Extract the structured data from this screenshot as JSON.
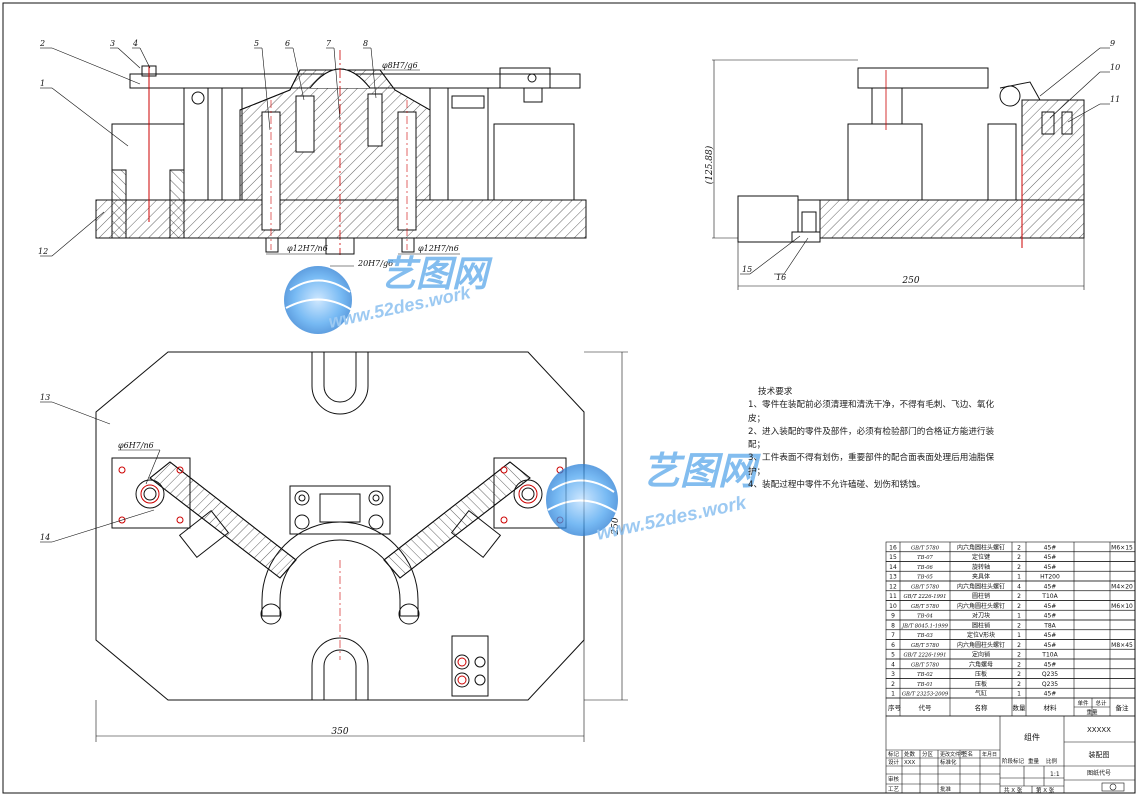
{
  "balloons": {
    "b1": "1",
    "b2": "2",
    "b3": "3",
    "b4": "4",
    "b5": "5",
    "b6": "6",
    "b7": "7",
    "b8": "8",
    "b9": "9",
    "b10": "10",
    "b11": "11",
    "b12": "12",
    "b13": "13",
    "b14": "14",
    "b15": "15",
    "b16": "16"
  },
  "dims": {
    "fit_top": "φ8H7/g6",
    "fit_12": "φ12H7/n6",
    "fit_20": "20H7/g6",
    "fit_12b": "φ12H7/n6",
    "side_height": "(125.88)",
    "side_width": "250",
    "plan_width": "350",
    "plan_height": "250",
    "fit_6": "φ6H7/n6"
  },
  "watermark": {
    "brand": "艺图网",
    "url": "www.52des.work"
  },
  "notes": {
    "title": "技术要求",
    "items": [
      "1、零件在装配前必须清理和清洗干净，不得有毛刺、飞边、氧化皮；",
      "2、进入装配的零件及部件，必须有检验部门的合格证方能进行装配；",
      "3、工件表面不得有划伤，重要部件的配合面表面处理后用油脂保护；",
      "4、装配过程中零件不允许磕碰、划伤和锈蚀。"
    ]
  },
  "bom": {
    "rows": [
      [
        "16",
        "GB/T 5780",
        "内六角圆柱头螺钉",
        "2",
        "45#",
        "M6×15"
      ],
      [
        "15",
        "TB-07",
        "定位键",
        "2",
        "45#",
        ""
      ],
      [
        "14",
        "TB-06",
        "旋转轴",
        "2",
        "45#",
        ""
      ],
      [
        "13",
        "TB-05",
        "夹具体",
        "1",
        "HT200",
        ""
      ],
      [
        "12",
        "GB/T 5780",
        "内六角圆柱头螺钉",
        "4",
        "45#",
        "M4×20"
      ],
      [
        "11",
        "GB/T 2226-1991",
        "圆柱销",
        "2",
        "T10A",
        ""
      ],
      [
        "10",
        "GB/T 5780",
        "内六角圆柱头螺钉",
        "2",
        "45#",
        "M6×10"
      ],
      [
        "9",
        "TB-04",
        "对刀块",
        "1",
        "45#",
        ""
      ],
      [
        "8",
        "JB/T 8045.1-1999",
        "圆柱销",
        "2",
        "T8A",
        ""
      ],
      [
        "7",
        "TB-03",
        "定位V形块",
        "1",
        "45#",
        ""
      ],
      [
        "6",
        "GB/T 5780",
        "内六角圆柱头螺钉",
        "2",
        "45#",
        "M8×45"
      ],
      [
        "5",
        "GB/T 2226-1991",
        "定向销",
        "2",
        "T10A",
        ""
      ],
      [
        "4",
        "GB/T 5780",
        "六角螺母",
        "2",
        "45#",
        ""
      ],
      [
        "3",
        "TB-02",
        "压板",
        "2",
        "Q235",
        ""
      ],
      [
        "2",
        "TB-01",
        "压板",
        "2",
        "Q235",
        ""
      ],
      [
        "1",
        "GB/T 23253-2009",
        "气缸",
        "1",
        "45#",
        ""
      ]
    ],
    "header": {
      "no": "序号",
      "code": "代号",
      "name": "名称",
      "qty": "数量",
      "material": "材料",
      "unit_w": "单件",
      "total_w": "总计",
      "weight": "重量",
      "remark": "备注"
    }
  },
  "title_block": {
    "drawing_no": "XXXXX",
    "part_type": "组件",
    "drawing_name": "装配图",
    "designer": "XXX",
    "labels": {
      "mark": "标记",
      "count": "处数",
      "zone": "分区",
      "change_no": "更改文件号",
      "sign": "签名",
      "date": "年月日",
      "design": "设计",
      "standard": "标准化",
      "stage": "阶段标记",
      "weight": "重量",
      "scale": "比例",
      "check": "审核",
      "process": "工艺",
      "approve": "批准",
      "sheets_total": "共 X 张",
      "sheet_no": "第 X 张",
      "drawing_code": "图纸代号"
    },
    "scale": "1:1"
  }
}
